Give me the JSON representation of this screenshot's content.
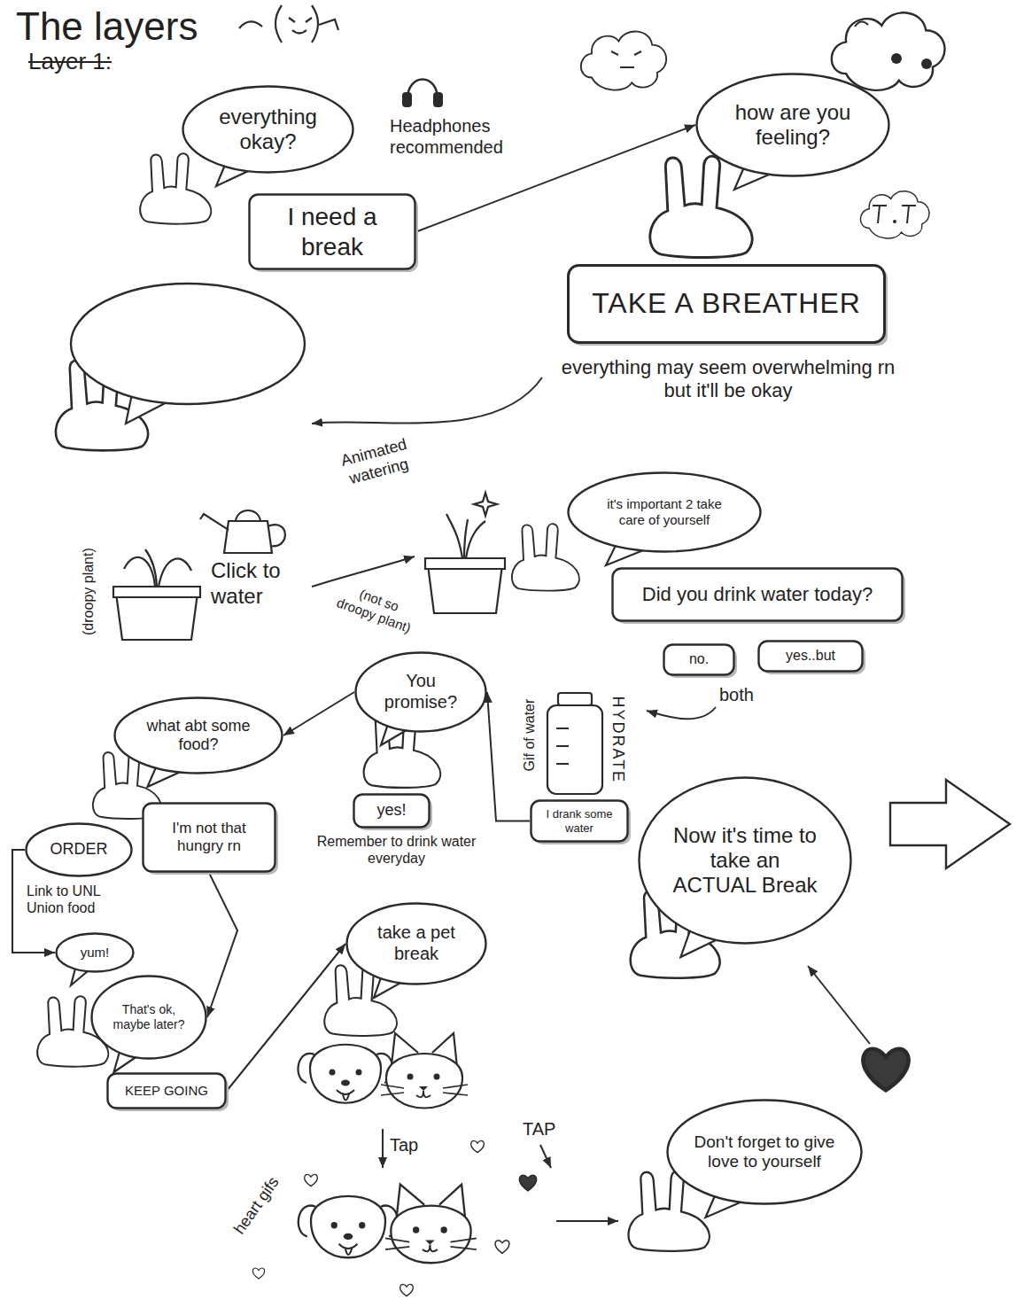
{
  "diagram": {
    "title": "The layers",
    "nodes": [
      {
        "text": [
          "everything okay?"
        ]
      },
      {
        "text": [
          "I need a break"
        ]
      },
      {
        "text": [
          "how are you feeling?"
        ]
      },
      {
        "text": [
          "TAKE A BREATHER"
        ]
      },
      {
        "text": [
          "it's important 2 take care of yourself"
        ]
      },
      {
        "text": [
          "Did you drink water today?"
        ]
      },
      {
        "text": [
          "no."
        ]
      },
      {
        "text": [
          "yes..but"
        ]
      },
      {
        "text": [
          "I drank some water"
        ]
      },
      {
        "text": [
          "You promise?"
        ]
      },
      {
        "text": [
          "yes!"
        ]
      },
      {
        "text": [
          "what abt some food?"
        ]
      },
      {
        "text": [
          "ORDER"
        ]
      },
      {
        "text": [
          "I'm not that hungry rn"
        ]
      },
      {
        "text": [
          "yum!"
        ]
      },
      {
        "text": [
          "That's ok, maybe later?"
        ]
      },
      {
        "text": [
          "KEEP GOING"
        ]
      },
      {
        "text": [
          "take a pet break"
        ]
      },
      {
        "text": [
          "Don't forget to give love to yourself"
        ]
      },
      {
        "text": [
          "Now it's time to take an ACTUAL Break"
        ]
      }
    ],
    "edges": [
      {
        "from": 1,
        "to": 2,
        "arrow": "to"
      },
      {
        "from": 8,
        "to": 9,
        "arrow": "to"
      },
      {
        "from": 9,
        "to": 11,
        "arrow": "to"
      },
      {
        "from": 12,
        "to": 14,
        "arrow": "to"
      },
      {
        "from": 13,
        "to": 15,
        "arrow": "to"
      },
      {
        "from": 16,
        "to": 17,
        "arrow": "to"
      }
    ],
    "labels": [
      "Layer 1:",
      "Headphones recommended",
      "everything may seem overwhelming rn but it'll be okay",
      "Animated watering",
      "Click to water",
      "(droopy plant)",
      "(not so droopy plant)",
      "both",
      "Gif of water",
      "HYDRATE",
      "Remember to drink water everyday",
      "Link to UNL Union food",
      "Tap",
      "TAP",
      "heart gifs"
    ]
  }
}
